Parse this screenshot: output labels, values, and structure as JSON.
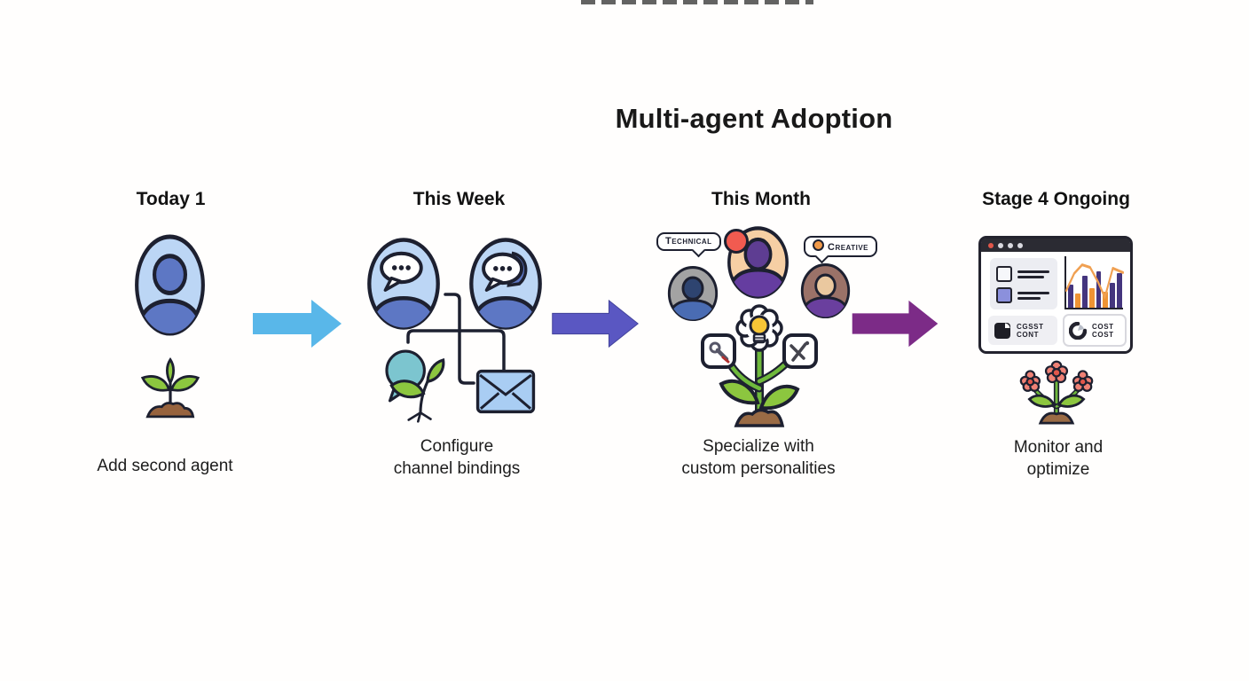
{
  "title": "Multi-agent Adoption",
  "stages": [
    {
      "heading": "Today 1",
      "caption": [
        "Add second agent",
        ""
      ]
    },
    {
      "heading": "This Week",
      "caption": [
        "Configure",
        "channel bindings"
      ]
    },
    {
      "heading": "This Month",
      "caption": [
        "Specialize with",
        "custom personalities"
      ]
    },
    {
      "heading": "Stage 4 Ongoing",
      "caption": [
        "Monitor and",
        "optimize"
      ]
    }
  ],
  "arrows": [
    {
      "name": "today-to-week",
      "color": "#59b7e9"
    },
    {
      "name": "week-to-month",
      "color": "#5a57c2"
    },
    {
      "name": "month-to-ongoing",
      "color": "#7c2b87"
    }
  ],
  "personality_labels": {
    "technical": "Technical",
    "creative": "Creative"
  },
  "dashboard": {
    "cost_badge_left": {
      "line1": "CGSST",
      "line2": "CONT"
    },
    "cost_badge_right": {
      "line1": "COST",
      "line2": "COST"
    },
    "chart_data": {
      "type": "bar",
      "bars": [
        {
          "color": "#44357e",
          "h": 48
        },
        {
          "color": "#ef9434",
          "h": 30
        },
        {
          "color": "#44357e",
          "h": 66
        },
        {
          "color": "#ef9434",
          "h": 40
        },
        {
          "color": "#44357e",
          "h": 76
        },
        {
          "color": "#ef9434",
          "h": 34
        },
        {
          "color": "#44357e",
          "h": 52
        },
        {
          "color": "#44357e",
          "h": 72
        }
      ],
      "line_points": "0,40 14,20 28,10 42,13 56,30 68,48 82,14 100,19",
      "line_color": "#f0a052"
    }
  },
  "icon_colors": {
    "avatar_fill": "#bcd6f5",
    "avatar_person": "#5d77c4",
    "sprout_green": "#8cc63f",
    "soil_brown": "#97633e",
    "envelope_blue": "#a9cdf3",
    "chat_teal": "#7cc5cf",
    "technical_gray": "#a3a3a3",
    "primary_peach": "#f6cfa4",
    "creative_mauve": "#9b7268",
    "person_purple": "#5e3d92",
    "bulb_yellow": "#f8c636",
    "flower_coral": "#ef8175"
  }
}
